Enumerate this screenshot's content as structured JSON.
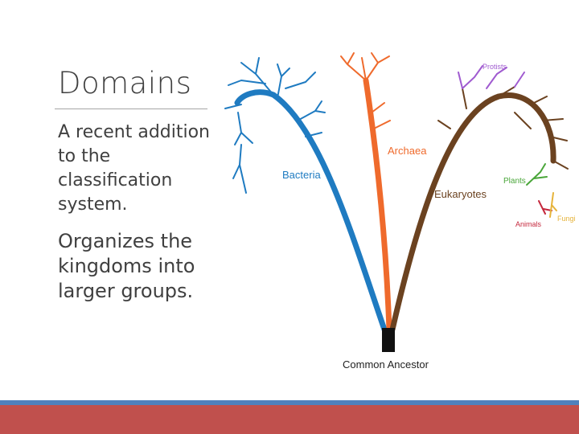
{
  "slide": {
    "title": "Domains",
    "paragraphs": [
      "A recent addition to the classification system.",
      "Organizes the kingdoms into larger groups."
    ]
  },
  "diagram": {
    "labels": {
      "bacteria": "Bacteria",
      "archaea": "Archaea",
      "eukaryotes": "Eukaryotes",
      "protists": "Protists",
      "plants": "Plants",
      "animals": "Animals",
      "fungi": "Fungi",
      "common_ancestor": "Common Ancestor"
    }
  },
  "colors": {
    "bacteria": "#1f7bc1",
    "archaea": "#ef6a2c",
    "eukaryotes": "#6b4220",
    "protists": "#a05bd0",
    "plants": "#4aa63a",
    "animals": "#c5283d",
    "fungi": "#e6b33a",
    "ancestor": "#111111",
    "footer_blue": "#4f81bd",
    "footer_red": "#c0504d"
  }
}
